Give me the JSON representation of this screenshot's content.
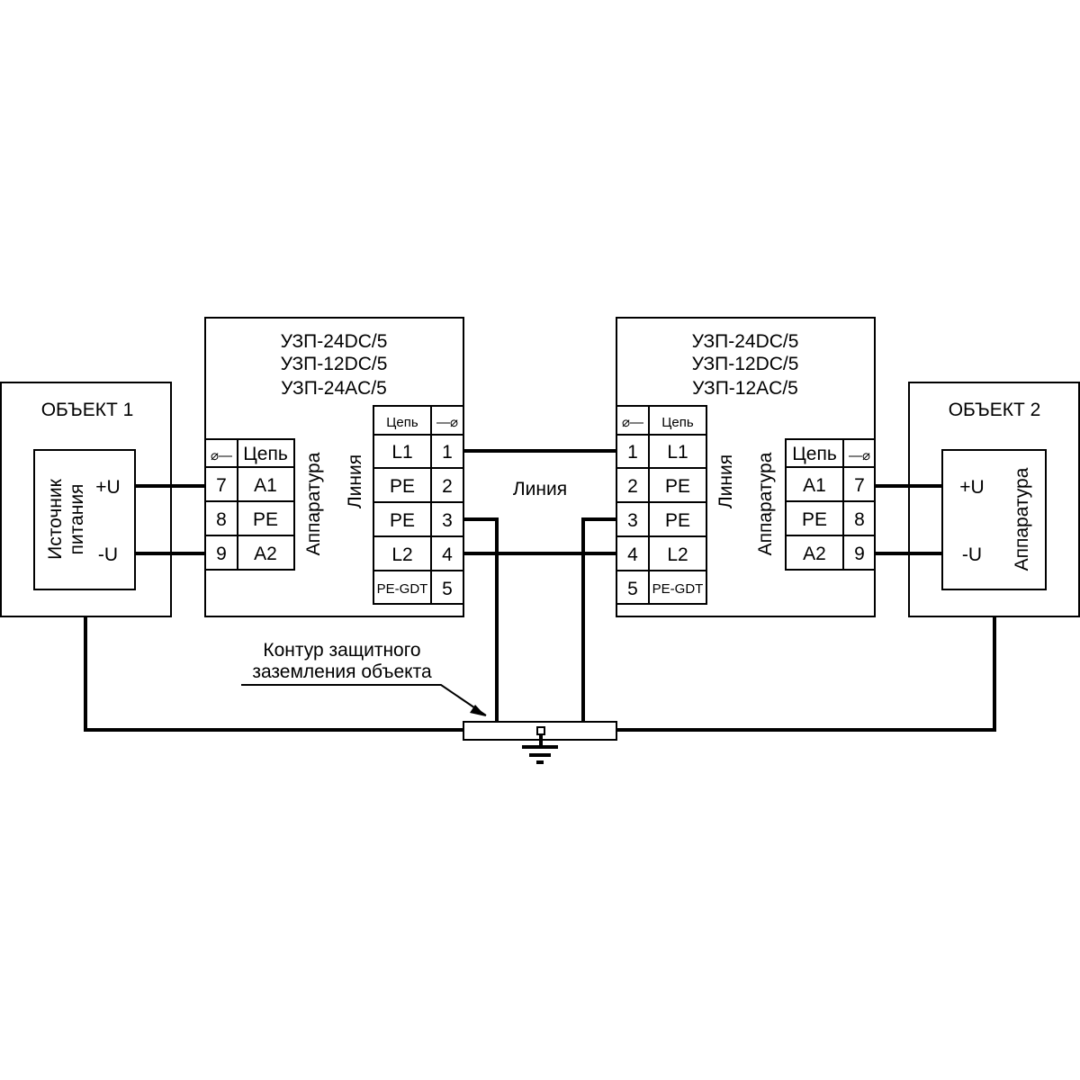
{
  "object1": {
    "title": "ОБЪЕКТ 1",
    "inner_line1": "Источник",
    "inner_line2": "питания",
    "plus": "+U",
    "minus": "-U"
  },
  "object2": {
    "title": "ОБЪЕКТ 2",
    "inner": "Аппаратура",
    "plus": "+U",
    "minus": "-U"
  },
  "uzp_left": {
    "models": [
      "УЗП-24DC/5",
      "УЗП-12DC/5",
      "УЗП-24AC/5"
    ],
    "apparatus_label": "Аппаратура",
    "line_label": "Линия",
    "apparatus_table": {
      "header": [
        "⌀—",
        "Цепь"
      ],
      "rows": [
        [
          "7",
          "A1"
        ],
        [
          "8",
          "PE"
        ],
        [
          "9",
          "A2"
        ]
      ]
    },
    "line_table": {
      "header": [
        "Цепь",
        "—⌀"
      ],
      "rows": [
        [
          "L1",
          "1"
        ],
        [
          "PE",
          "2"
        ],
        [
          "PE",
          "3"
        ],
        [
          "L2",
          "4"
        ],
        [
          "PE-GDT",
          "5"
        ]
      ]
    }
  },
  "uzp_right": {
    "models": [
      "УЗП-24DC/5",
      "УЗП-12DC/5",
      "УЗП-12AC/5"
    ],
    "apparatus_label": "Аппаратура",
    "line_label": "Линия",
    "apparatus_table": {
      "header": [
        "Цепь",
        "—⌀"
      ],
      "rows": [
        [
          "A1",
          "7"
        ],
        [
          "PE",
          "8"
        ],
        [
          "A2",
          "9"
        ]
      ]
    },
    "line_table": {
      "header": [
        "⌀—",
        "Цепь"
      ],
      "rows": [
        [
          "1",
          "L1"
        ],
        [
          "2",
          "PE"
        ],
        [
          "3",
          "PE"
        ],
        [
          "4",
          "L2"
        ],
        [
          "5",
          "PE-GDT"
        ]
      ]
    }
  },
  "line_label": "Линия",
  "ground_note": {
    "line1": "Контур защитного",
    "line2": "заземления объекта"
  }
}
